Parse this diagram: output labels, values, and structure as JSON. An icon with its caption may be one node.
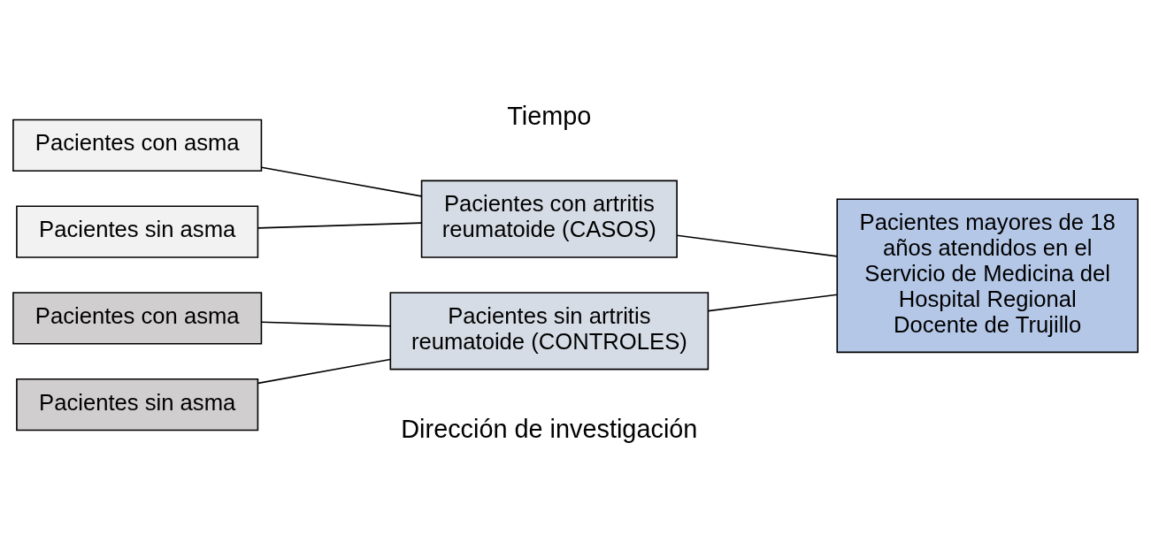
{
  "diagram": {
    "nodes": [
      {
        "text": [
          "Pacientes con asma"
        ]
      },
      {
        "text": [
          "Pacientes sin asma"
        ]
      },
      {
        "text": [
          "Pacientes con asma"
        ]
      },
      {
        "text": [
          "Pacientes sin asma"
        ]
      },
      {
        "text": [
          "Pacientes con artritis reumatoide (CASOS)"
        ]
      },
      {
        "text": [
          "Pacientes sin artritis reumatoide (CONTROLES)"
        ]
      },
      {
        "text": [
          "Pacientes mayores de 18 años atendidos en el Servicio de Medicina del Hospital Regional Docente de Trujillo"
        ]
      }
    ],
    "edges": [
      {
        "from": 0,
        "to": 4,
        "arrow": "none"
      },
      {
        "from": 1,
        "to": 4,
        "arrow": "none"
      },
      {
        "from": 2,
        "to": 5,
        "arrow": "none"
      },
      {
        "from": 3,
        "to": 5,
        "arrow": "none"
      },
      {
        "from": 4,
        "to": 6,
        "arrow": "none"
      },
      {
        "from": 5,
        "to": 6,
        "arrow": "none"
      }
    ],
    "labels": [
      "Tiempo",
      "Dirección de investigación"
    ]
  }
}
